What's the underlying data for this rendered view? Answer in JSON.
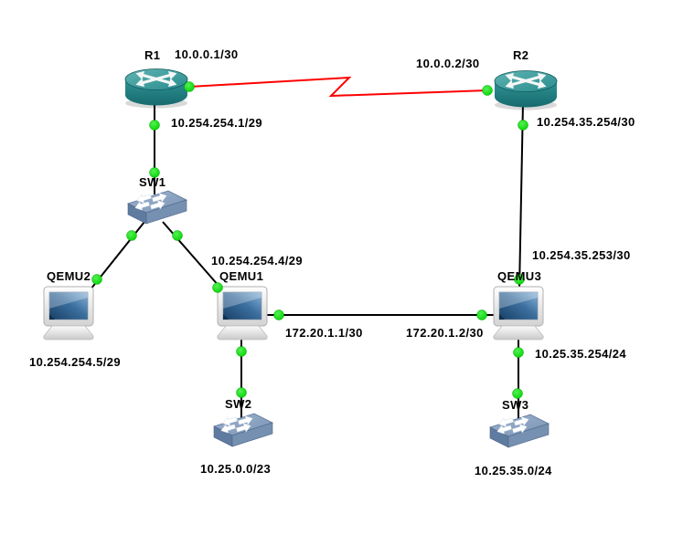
{
  "canvas": {
    "background": "#ffffff"
  },
  "nodes": {
    "r1": {
      "name": "R1",
      "type": "router"
    },
    "r2": {
      "name": "R2",
      "type": "router"
    },
    "sw1": {
      "name": "SW1",
      "type": "ethernet-switch"
    },
    "sw2": {
      "name": "SW2",
      "type": "ethernet-switch"
    },
    "sw3": {
      "name": "SW3",
      "type": "ethernet-switch"
    },
    "qemu1": {
      "name": "QEMU1",
      "type": "pc"
    },
    "qemu2": {
      "name": "QEMU2",
      "type": "pc"
    },
    "qemu3": {
      "name": "QEMU3",
      "type": "pc"
    }
  },
  "ip_labels": {
    "r1_serial": "10.0.0.1/30",
    "r2_serial": "10.0.0.2/30",
    "r1_ethernet": "10.254.254.1/29",
    "r2_ethernet": "10.254.35.254/30",
    "qemu1_sw1": "10.254.254.4/29",
    "qemu2_sw1": "10.254.254.5/29",
    "qemu3_r2": "10.254.35.253/30",
    "qemu1_qemu3": "172.20.1.1/30",
    "qemu3_qemu1": "172.20.1.2/30",
    "qemu3_sw3": "10.25.35.254/24",
    "sw2_subnet": "10.25.0.0/23",
    "sw3_subnet": "10.25.35.0/24"
  },
  "links": {
    "r1_r2": {
      "type": "serial",
      "color": "#ff0000",
      "status": "up"
    },
    "r1_sw1": {
      "type": "ethernet",
      "color": "#000000",
      "status": "up"
    },
    "sw1_qemu2": {
      "type": "ethernet",
      "color": "#000000",
      "status": "up"
    },
    "sw1_qemu1": {
      "type": "ethernet",
      "color": "#000000",
      "status": "up"
    },
    "qemu1_qemu3": {
      "type": "ethernet",
      "color": "#000000",
      "status": "up"
    },
    "qemu1_sw2": {
      "type": "ethernet",
      "color": "#000000",
      "status": "up"
    },
    "r2_qemu3": {
      "type": "ethernet",
      "color": "#000000",
      "status": "up"
    },
    "qemu3_sw3": {
      "type": "ethernet",
      "color": "#000000",
      "status": "up"
    }
  },
  "colors": {
    "status_up_dot": "#00dd00",
    "serial_link": "#ff0000",
    "ethernet_link": "#000000",
    "router_body": "#2d8f90",
    "switch_body": "#7d96b8",
    "pc_screen": "#3c6f9e",
    "label_text": "#000000"
  }
}
